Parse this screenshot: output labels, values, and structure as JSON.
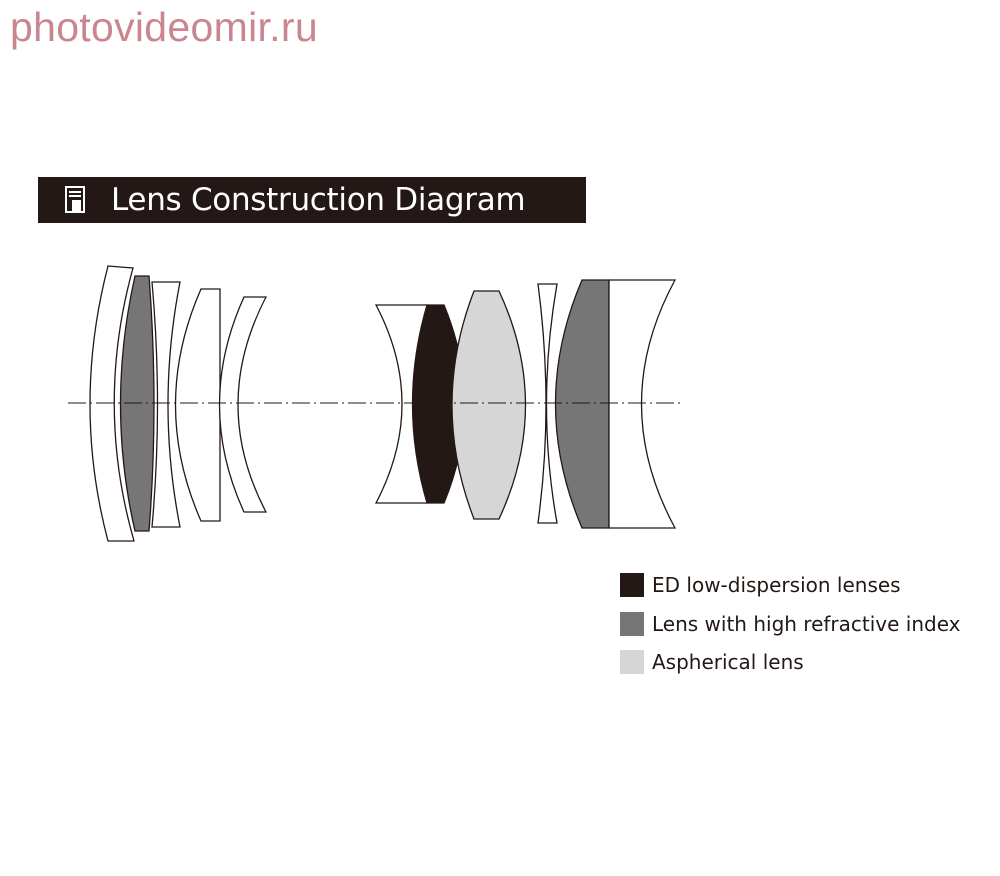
{
  "watermark": "photovideomir.ru",
  "title": "Lens Construction Diagram",
  "colors": {
    "banner_bg": "#231815",
    "ed_lens": "#231815",
    "high_refractive_lens": "#767676",
    "aspherical_lens": "#d6d6d6",
    "watermark": "#c9868f"
  },
  "icons": {
    "title_icon": "document-icon"
  },
  "legend": [
    {
      "label": "ED low-dispersion lenses",
      "color": "#231815"
    },
    {
      "label": "Lens with high refractive index",
      "color": "#767676"
    },
    {
      "label": "Aspherical lens",
      "color": "#d6d6d6"
    }
  ]
}
